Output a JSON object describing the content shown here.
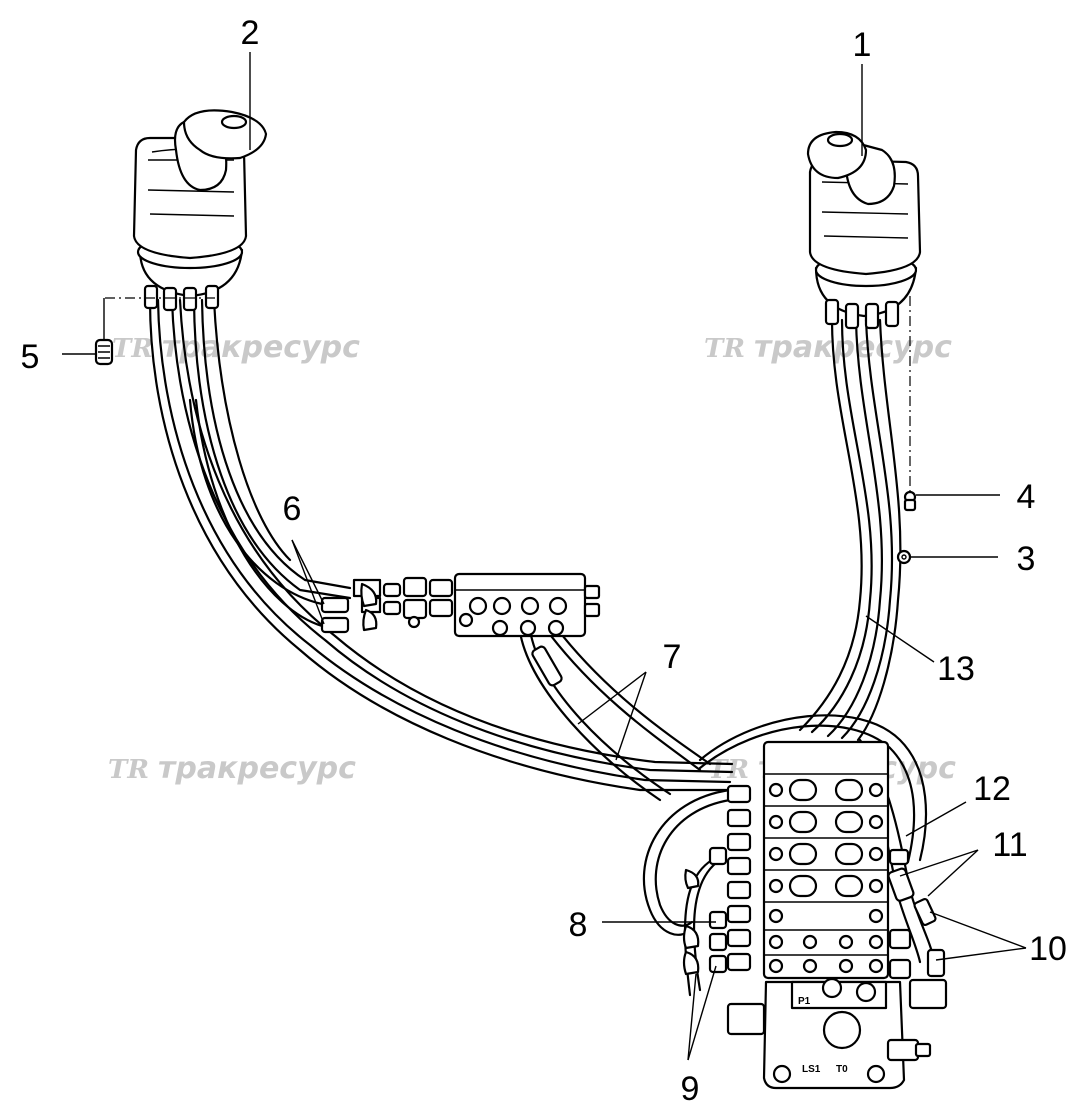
{
  "callouts": [
    {
      "id": "1",
      "text": "1"
    },
    {
      "id": "2",
      "text": "2"
    },
    {
      "id": "3",
      "text": "3"
    },
    {
      "id": "4",
      "text": "4"
    },
    {
      "id": "5",
      "text": "5"
    },
    {
      "id": "6",
      "text": "6"
    },
    {
      "id": "7",
      "text": "7"
    },
    {
      "id": "8",
      "text": "8"
    },
    {
      "id": "9",
      "text": "9"
    },
    {
      "id": "10",
      "text": "10"
    },
    {
      "id": "11",
      "text": "11"
    },
    {
      "id": "12",
      "text": "12"
    },
    {
      "id": "13",
      "text": "13"
    }
  ],
  "watermark": {
    "logo": "TR",
    "text": "тракресурс",
    "color": "#c9c9c9"
  },
  "valve_labels": {
    "p1": "P1",
    "ls1": "LS1",
    "t": "T0"
  }
}
